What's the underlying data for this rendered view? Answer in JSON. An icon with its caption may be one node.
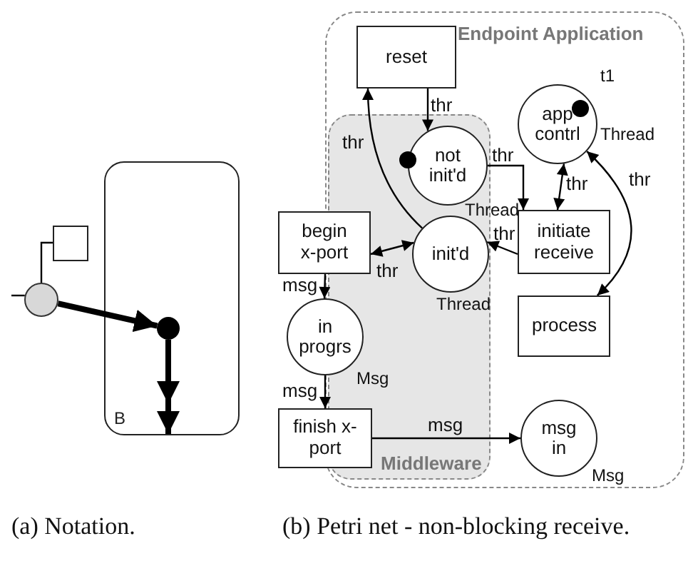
{
  "diagram": {
    "nodes": [
      {
        "text": [],
        "shape": "box"
      },
      {
        "text": [],
        "shape": "circle"
      },
      {
        "text": [
          "B"
        ]
      },
      {
        "text": [],
        "shape": "circle",
        "in": 2
      },
      {
        "text": [
          "Endpoint Application"
        ]
      },
      {
        "text": [
          "Middleware"
        ],
        "in": 4
      },
      {
        "text": [
          "reset"
        ],
        "in": 4
      },
      {
        "text": [
          "app contrl"
        ],
        "beside": [
          "t1",
          "Thread"
        ],
        "in": 4
      },
      {
        "text": [
          "not init'd"
        ],
        "beside": [
          "Thread"
        ],
        "in": 5
      },
      {
        "text": [
          "begin x-port"
        ]
      },
      {
        "text": [
          "initiate receive"
        ],
        "in": 4
      },
      {
        "text": [
          "init'd"
        ],
        "beside": [
          "Thread"
        ],
        "in": 5
      },
      {
        "text": [
          "process"
        ],
        "in": 4
      },
      {
        "text": [
          "in progrs"
        ],
        "beside": [
          "Msg"
        ]
      },
      {
        "text": [
          "finish x-port"
        ]
      },
      {
        "text": [
          "msg in"
        ],
        "beside": [
          "Msg"
        ],
        "in": 4
      }
    ],
    "edges": [
      {
        "from": null,
        "to": 1,
        "arrow": "none"
      },
      {
        "from": 0,
        "to": 1,
        "arrow": "none"
      },
      {
        "from": 1,
        "to": 3,
        "arrow": "to",
        "style": "thick"
      },
      {
        "from": 3,
        "to": null,
        "arrow": "to",
        "style": "thick"
      },
      {
        "from": 6,
        "to": 8,
        "arrow": "to",
        "label": "thr"
      },
      {
        "from": 11,
        "to": 6,
        "arrow": "to",
        "label": "thr"
      },
      {
        "from": 8,
        "to": 10,
        "arrow": "to",
        "label": "thr"
      },
      {
        "from": 10,
        "to": 11,
        "arrow": "to",
        "label": "thr"
      },
      {
        "from": 9,
        "to": 11,
        "arrow": "both",
        "label": "thr"
      },
      {
        "from": 7,
        "to": 10,
        "arrow": "both",
        "label": "thr"
      },
      {
        "from": 7,
        "to": 12,
        "arrow": "both",
        "label": "thr"
      },
      {
        "from": 9,
        "to": 13,
        "arrow": "to",
        "label": "msg"
      },
      {
        "from": 13,
        "to": 14,
        "arrow": "to",
        "label": "msg"
      },
      {
        "from": 14,
        "to": 15,
        "arrow": "to",
        "label": "msg"
      }
    ],
    "labels": [
      "(a) Notation.",
      "(b) Petri net - non-blocking receive."
    ]
  }
}
